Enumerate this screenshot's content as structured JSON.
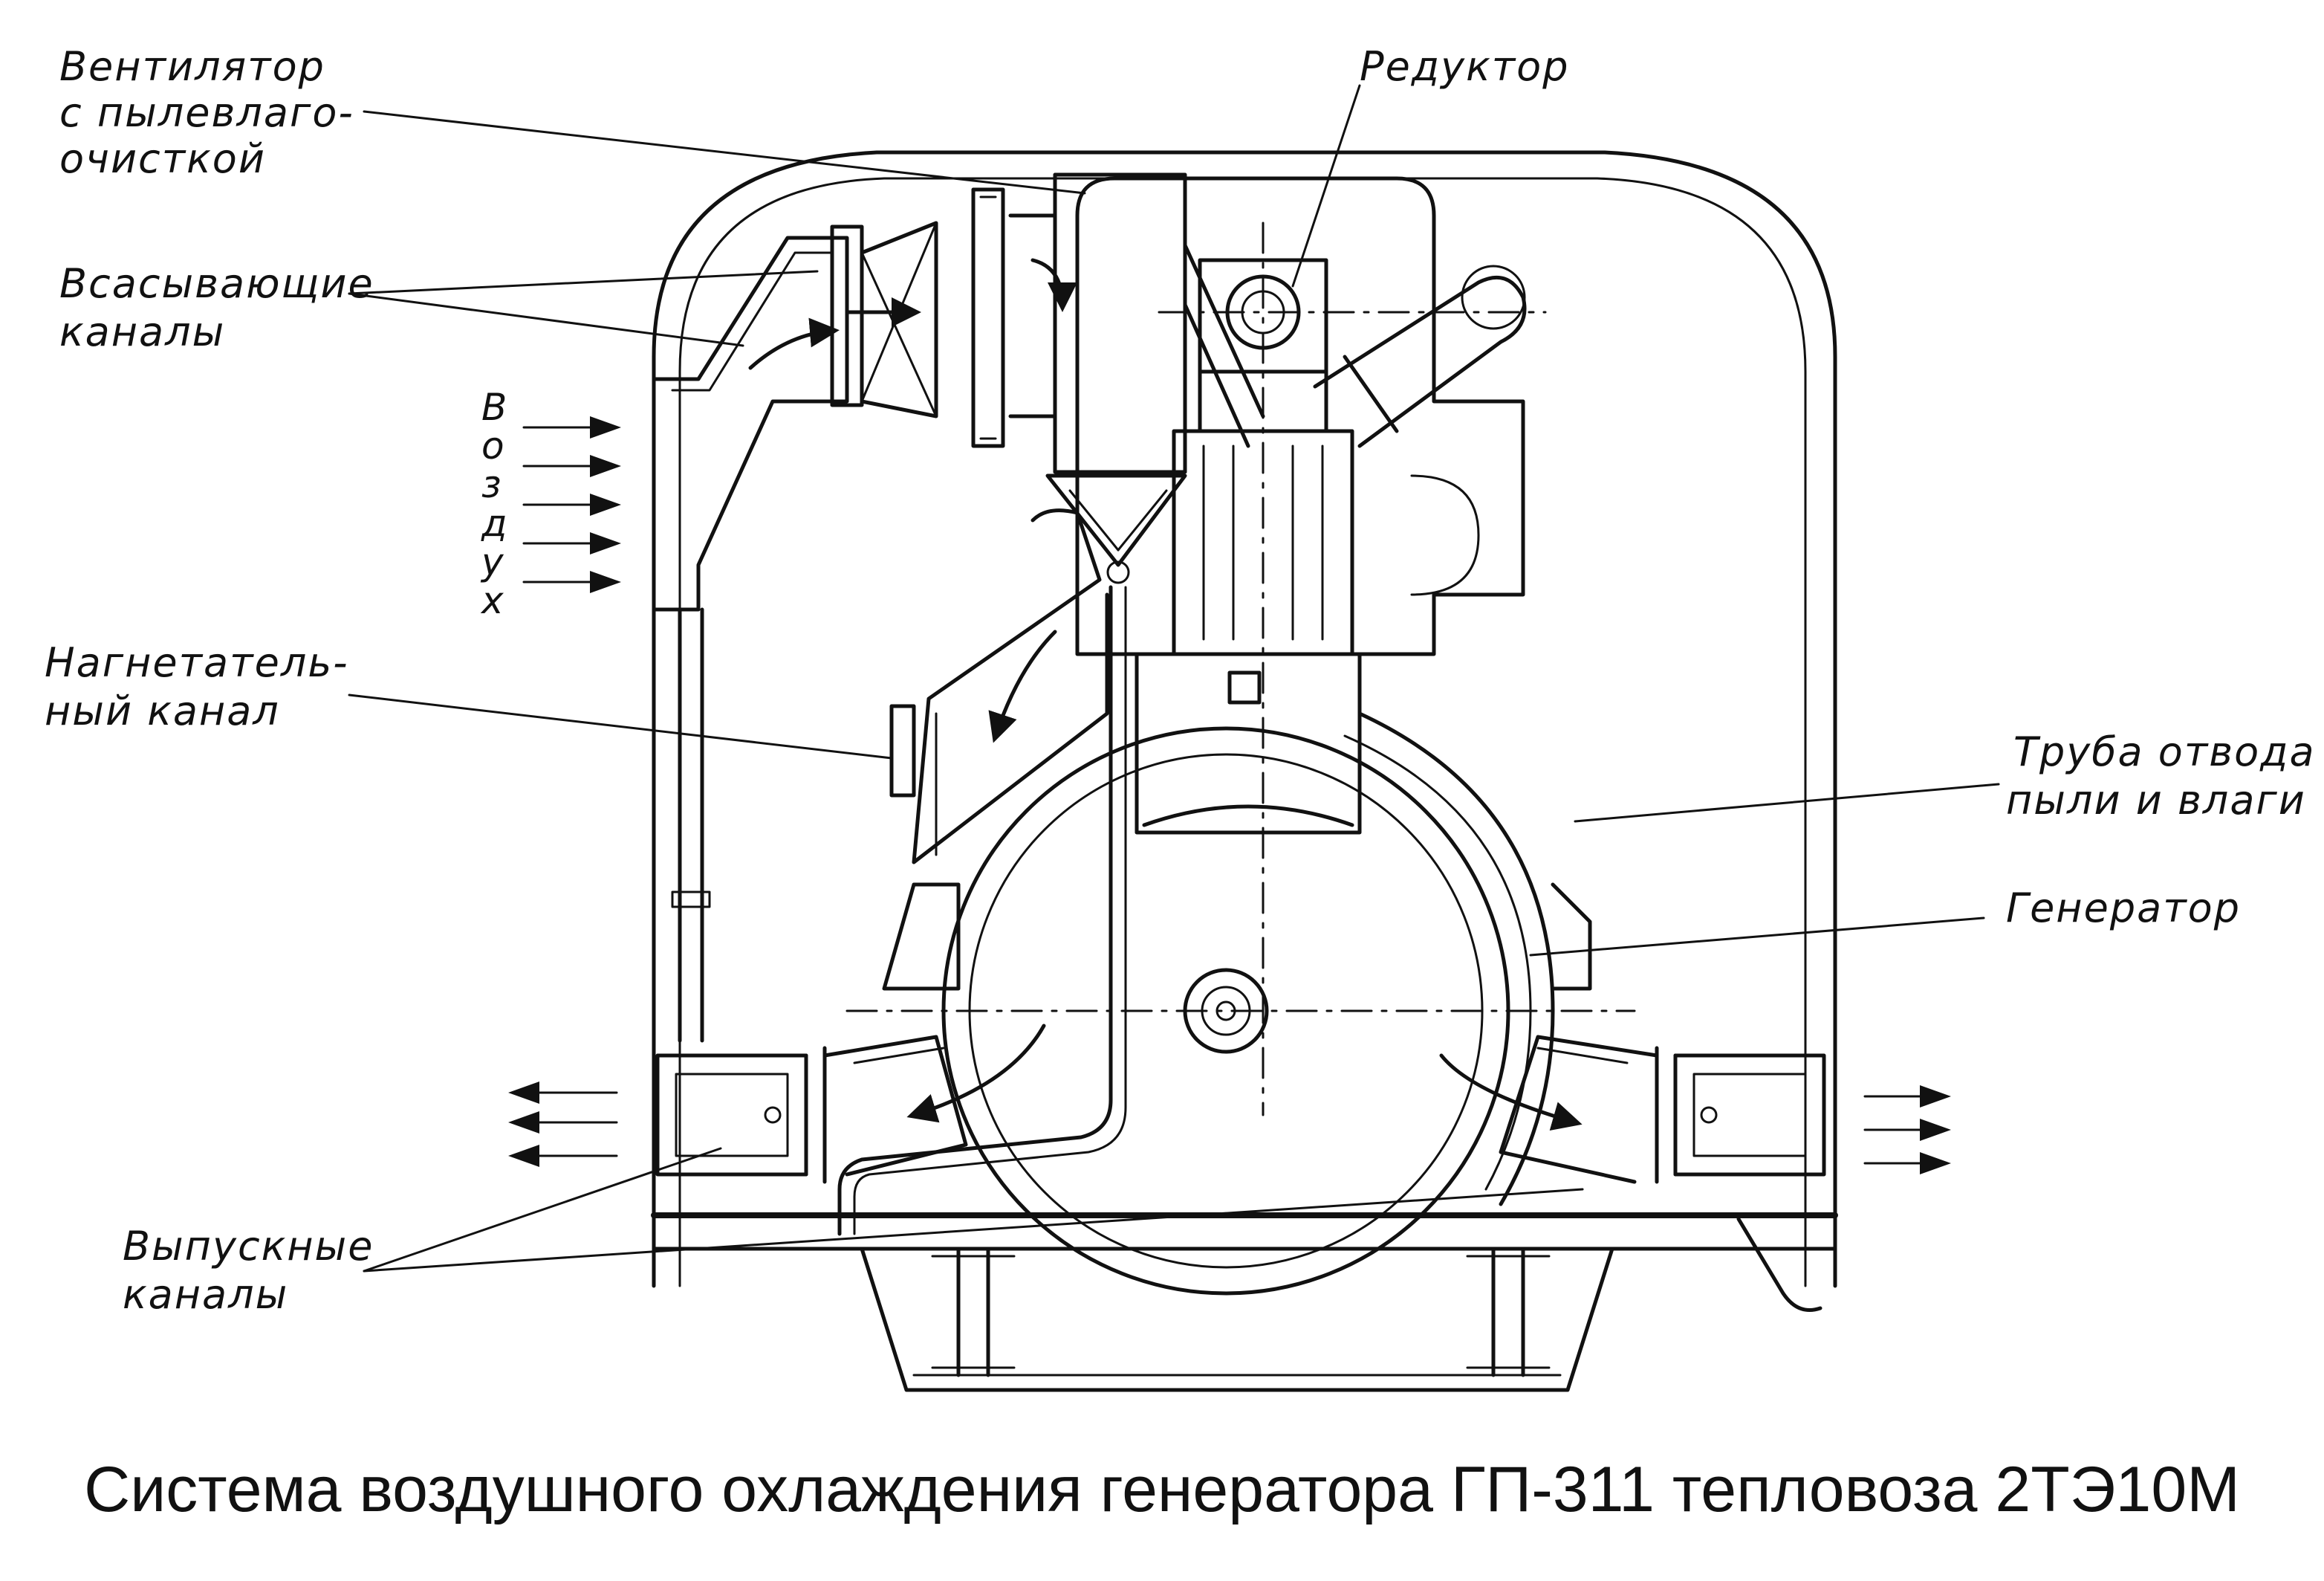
{
  "labels": {
    "fan": [
      "Вентилятор",
      "с пылевлаго-",
      "очисткой"
    ],
    "reducer": "Редуктор",
    "intake": [
      "Всасывающие",
      "каналы"
    ],
    "air": [
      "В",
      "о",
      "з",
      "д",
      "у",
      "х"
    ],
    "pressure": [
      "Нагнетатель-",
      "ный канал"
    ],
    "dust_pipe": [
      "Труба отвода",
      "пыли и влаги"
    ],
    "generator": "Генератор",
    "exhaust": [
      "Выпускные",
      "каналы"
    ]
  },
  "caption": "Система воздушного охлаждения генератора ГП-311 тепловоза 2ТЭ10М",
  "colors": {
    "ink": "#111111",
    "background": "#ffffff"
  }
}
